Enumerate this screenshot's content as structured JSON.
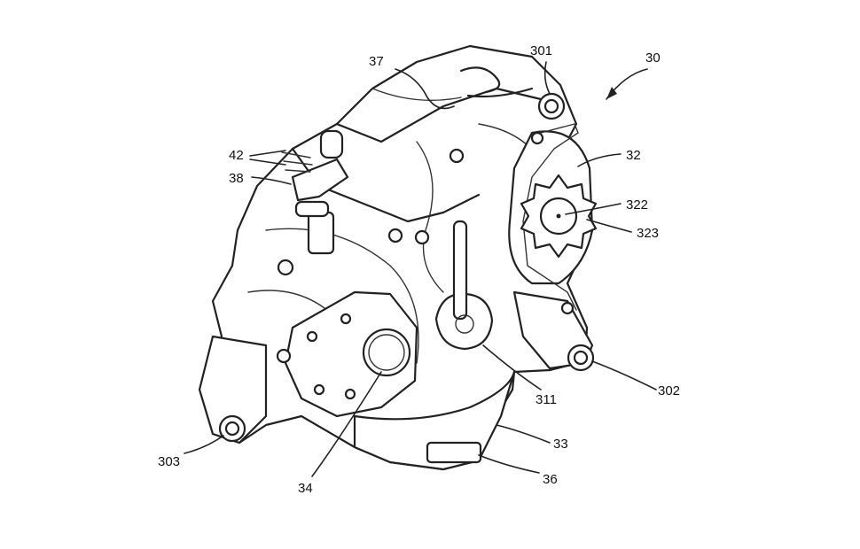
{
  "figure": {
    "reference_labels": {
      "assembly": "30",
      "mount_upper": "301",
      "mount_right": "302",
      "mount_lower": "303",
      "sprocket_housing": "32",
      "sprocket_hub": "322",
      "sprocket": "323",
      "shaft_window": "311",
      "cover": "33",
      "plug": "34",
      "boss": "36",
      "hose": "37",
      "bracket": "38",
      "fitting": "42"
    }
  }
}
